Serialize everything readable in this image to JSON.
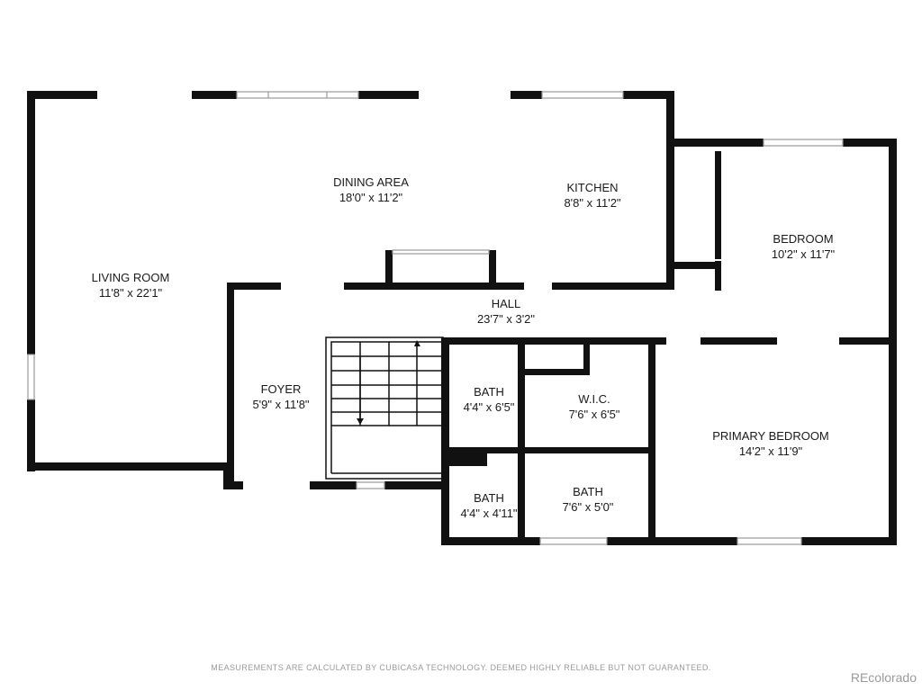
{
  "rooms": [
    {
      "id": "living-room",
      "name": "LIVING ROOM",
      "dims": "11'8\" x 22'1\""
    },
    {
      "id": "dining-area",
      "name": "DINING AREA",
      "dims": "18'0\" x 11'2\""
    },
    {
      "id": "kitchen",
      "name": "KITCHEN",
      "dims": "8'8\" x 11'2\""
    },
    {
      "id": "bedroom",
      "name": "BEDROOM",
      "dims": "10'2\" x 11'7\""
    },
    {
      "id": "hall",
      "name": "HALL",
      "dims": "23'7\" x 3'2\""
    },
    {
      "id": "foyer",
      "name": "FOYER",
      "dims": "5'9\" x 11'8\""
    },
    {
      "id": "bath-1",
      "name": "BATH",
      "dims": "4'4\" x 6'5\""
    },
    {
      "id": "wic",
      "name": "W.I.C.",
      "dims": "7'6\" x 6'5\""
    },
    {
      "id": "primary-bedroom",
      "name": "PRIMARY BEDROOM",
      "dims": "14'2\" x 11'9\""
    },
    {
      "id": "bath-2",
      "name": "BATH",
      "dims": "4'4\" x 4'11\""
    },
    {
      "id": "bath-3",
      "name": "BATH",
      "dims": "7'6\" x 5'0\""
    }
  ],
  "footer": {
    "disclaimer": "MEASUREMENTS ARE CALCULATED BY CUBICASA TECHNOLOGY. DEEMED HIGHLY RELIABLE BUT NOT GUARANTEED.",
    "brand": "REcolorado"
  },
  "colors": {
    "wall": "#111111",
    "window": "#999999",
    "background": "#ffffff"
  }
}
